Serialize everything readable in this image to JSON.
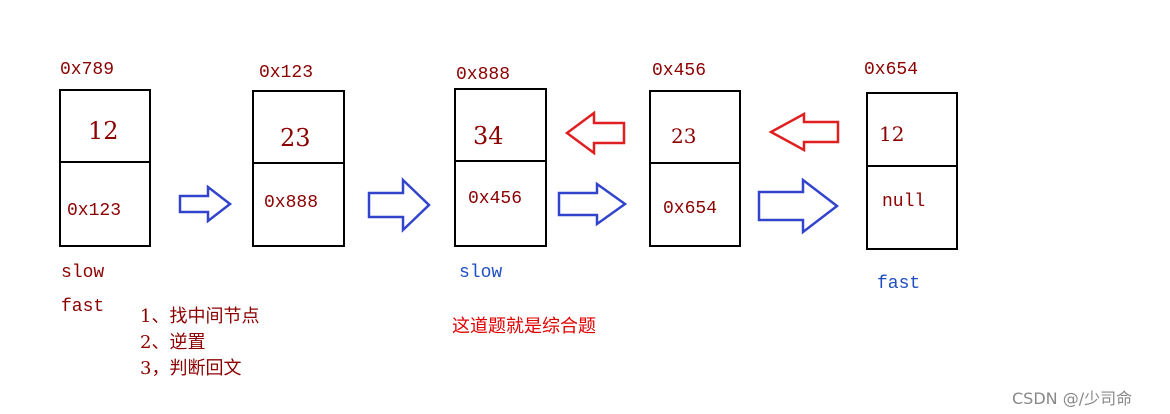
{
  "nodes": [
    {
      "address": "0x789",
      "value": "12",
      "next": "0x123"
    },
    {
      "address": "0x123",
      "value": "23",
      "next": "0x888"
    },
    {
      "address": "0x888",
      "value": "34",
      "next": "0x456"
    },
    {
      "address": "0x456",
      "value": "23",
      "next": "0x654"
    },
    {
      "address": "0x654",
      "value": "12",
      "next": "null"
    }
  ],
  "pointers": {
    "slow_first": "slow",
    "fast_first": "fast",
    "slow_mid": "slow",
    "fast_end": "fast"
  },
  "steps": [
    "1、找中间节点",
    "2、逆置",
    "3，判断回文"
  ],
  "note": "这道题就是综合题",
  "watermark": "CSDN @/少司命",
  "colors": {
    "text": "#8b0000",
    "pointer_blue": "#1f4ec0",
    "forward_arrow": "#3344cc",
    "reverse_arrow": "#e02020",
    "note": "#e00000"
  }
}
